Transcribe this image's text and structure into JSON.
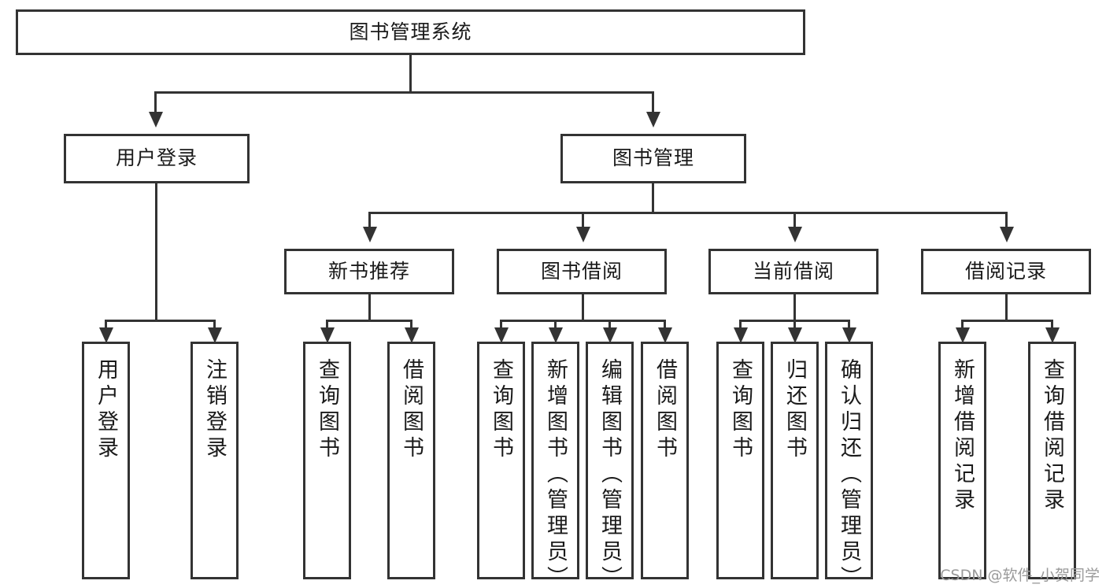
{
  "diagram": {
    "type": "tree",
    "title": "图书管理系统",
    "watermark": "CSDN @软件_小贺同学",
    "nodes": {
      "root": {
        "label": "图书管理系统"
      },
      "level2": [
        {
          "id": "user-login",
          "label": "用户登录"
        },
        {
          "id": "book-management",
          "label": "图书管理"
        }
      ],
      "level3": [
        {
          "id": "new-book-recommend",
          "label": "新书推荐",
          "parent": "book-management"
        },
        {
          "id": "book-borrow",
          "label": "图书借阅",
          "parent": "book-management"
        },
        {
          "id": "current-borrow",
          "label": "当前借阅",
          "parent": "book-management"
        },
        {
          "id": "borrow-record",
          "label": "借阅记录",
          "parent": "book-management"
        }
      ],
      "leaves": [
        {
          "id": "leaf-user-login",
          "label": "用户登录",
          "parent": "user-login"
        },
        {
          "id": "leaf-logout",
          "label": "注销登录",
          "parent": "user-login"
        },
        {
          "id": "leaf-query-book-1",
          "label": "查询图书",
          "parent": "new-book-recommend"
        },
        {
          "id": "leaf-borrow-book-1",
          "label": "借阅图书",
          "parent": "new-book-recommend"
        },
        {
          "id": "leaf-query-book-2",
          "label": "查询图书",
          "parent": "book-borrow"
        },
        {
          "id": "leaf-add-book",
          "label": "新增图书（管理员）",
          "parent": "book-borrow"
        },
        {
          "id": "leaf-edit-book",
          "label": "编辑图书（管理员）",
          "parent": "book-borrow"
        },
        {
          "id": "leaf-borrow-book-2",
          "label": "借阅图书",
          "parent": "book-borrow"
        },
        {
          "id": "leaf-query-book-3",
          "label": "查询图书",
          "parent": "current-borrow"
        },
        {
          "id": "leaf-return-book",
          "label": "归还图书",
          "parent": "current-borrow"
        },
        {
          "id": "leaf-confirm-return",
          "label": "确认归还（管理员）",
          "parent": "current-borrow"
        },
        {
          "id": "leaf-add-record",
          "label": "新增借阅记录",
          "parent": "borrow-record"
        },
        {
          "id": "leaf-query-record",
          "label": "查询借阅记录",
          "parent": "borrow-record"
        }
      ]
    },
    "colors": {
      "stroke": "#333333",
      "fill": "#ffffff",
      "text": "#1a1a1a",
      "watermark": "#9a9a9a"
    }
  }
}
